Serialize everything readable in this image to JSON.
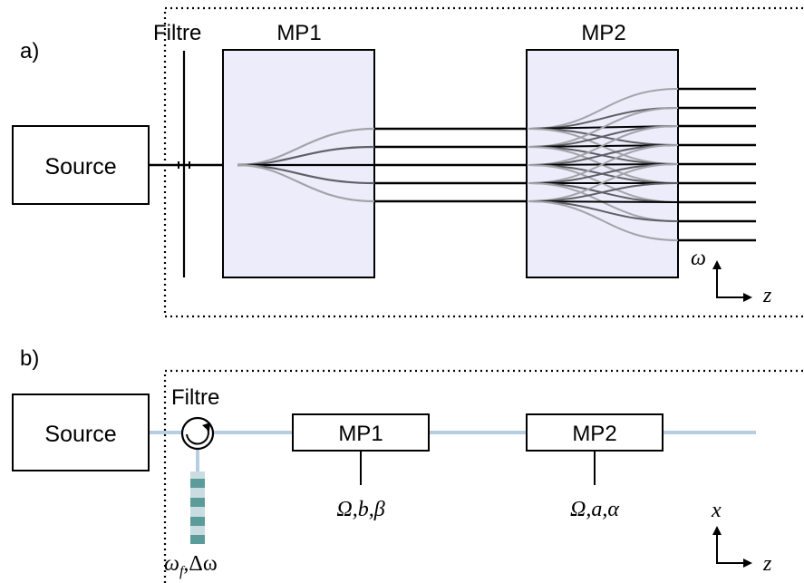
{
  "panel_a": {
    "label": "a)",
    "filter_label": "Filtre",
    "source_label": "Source",
    "mp1_label": "MP1",
    "mp2_label": "MP2",
    "axis_vertical": "ω",
    "axis_horizontal": "z"
  },
  "panel_b": {
    "label": "b)",
    "filter_label": "Filtre",
    "source_label": "Source",
    "mp1_label": "MP1",
    "mp2_label": "MP2",
    "mp1_params": "Ω,b,β",
    "mp2_params": "Ω,a,α",
    "filter_params_omega": "ω",
    "filter_params_sub": "f",
    "filter_params_rest": ",Δω",
    "axis_vertical": "x",
    "axis_horizontal": "z"
  },
  "colors": {
    "box_fill": "#ececfb",
    "beam": "#b7cde0",
    "teal": "#5b9c9a",
    "teal_light": "#c9dde0"
  }
}
